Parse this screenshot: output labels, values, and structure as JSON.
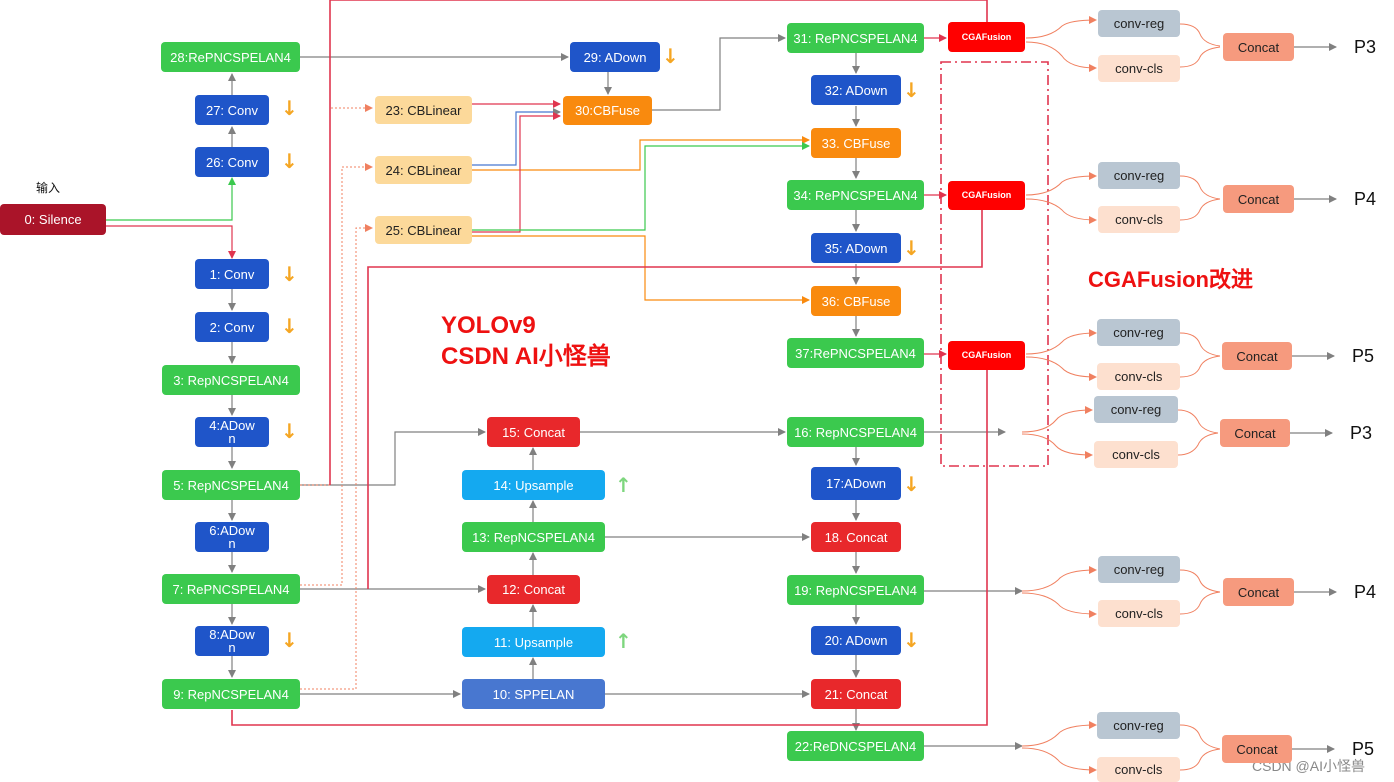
{
  "input_label": "输入",
  "title_line1": "YOLOv9",
  "title_line2": "CSDN AI小怪兽",
  "cga_title": "CGAFusion改进",
  "watermark": "CSDN @AI小怪兽",
  "nodes": {
    "n0": "0: Silence",
    "n1": "1: Conv",
    "n2": "2: Conv",
    "n3": "3: RepNCSPELAN4",
    "n4": "4:ADow\nn",
    "n5": "5: RepNCSPELAN4",
    "n6": "6:ADow\nn",
    "n7": "7: RePNCSPELAN4",
    "n8": "8:ADow\nn",
    "n9": "9: RepNCSPELAN4",
    "n10": "10: SPPELAN",
    "n11": "11: Upsample",
    "n12": "12: Concat",
    "n13": "13: RepNCSPELAN4",
    "n14": "14: Upsample",
    "n15": "15: Concat",
    "n16": "16: RepNCSPELAN4",
    "n17": "17:ADown",
    "n18": "18. Concat",
    "n19": "19: RepNCSPELAN4",
    "n20": "20: ADown",
    "n21": "21: Concat",
    "n22": "22:ReDNCSPELAN4",
    "n23": "23: CBLinear",
    "n24": "24: CBLinear",
    "n25": "25: CBLinear",
    "n26": "26: Conv",
    "n27": "27: Conv",
    "n28": "28:RePNCSPELAN4",
    "n29": "29: ADown",
    "n30": "30:CBFuse",
    "n31": "31: RePNCSPELAN4",
    "n32": "32: ADown",
    "n33": "33. CBFuse",
    "n34": "34: RePNCSPELAN4",
    "n35": "35: ADown",
    "n36": "36: CBFuse",
    "n37": "37:RePNCSPELAN4",
    "cga1": "CGAFusion",
    "cga2": "CGAFusion",
    "cga3": "CGAFusion"
  },
  "heads": [
    {
      "reg": "conv-reg",
      "cls": "conv-cls",
      "concat": "Concat",
      "out": "P3"
    },
    {
      "reg": "conv-reg",
      "cls": "conv-cls",
      "concat": "Concat",
      "out": "P4"
    },
    {
      "reg": "conv-reg",
      "cls": "conv-cls",
      "concat": "Concat",
      "out": "P5"
    },
    {
      "reg": "conv-reg",
      "cls": "conv-cls",
      "concat": "Concat",
      "out": "P3"
    },
    {
      "reg": "conv-reg",
      "cls": "conv-cls",
      "concat": "Concat",
      "out": "P4"
    },
    {
      "reg": "conv-reg",
      "cls": "conv-cls",
      "concat": "Concat",
      "out": "P5"
    }
  ],
  "colors": {
    "backbone": "#3bc94e",
    "downsample": "#1f55c9",
    "concat": "#e8282b",
    "cbfuse": "#f98a0e",
    "upsample": "#14a9f0",
    "cblinear": "#fcd99a",
    "cgafusion": "#ff0000",
    "silence": "#aa1429",
    "highlight": "#ee1111"
  }
}
